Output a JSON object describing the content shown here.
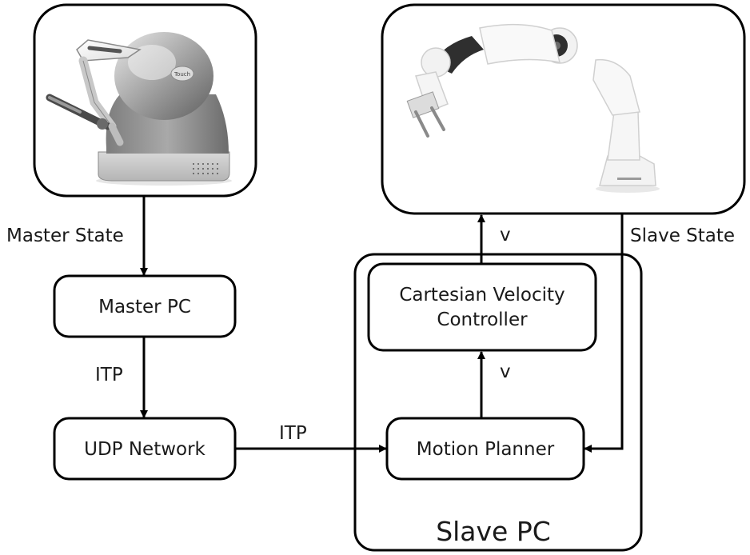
{
  "blocks": {
    "master_pc": "Master PC",
    "udp_network": "UDP Network",
    "velocity_controller_line1": "Cartesian Velocity",
    "velocity_controller_line2": "Controller",
    "motion_planner": "Motion Planner",
    "slave_pc": "Slave PC"
  },
  "edges": {
    "master_state": "Master State",
    "itp_vertical": "ITP",
    "itp_horizontal": "ITP",
    "v_to_robot": "v",
    "v_to_controller": "v",
    "slave_state": "Slave State"
  },
  "devices": {
    "master_device_logo": "Touch"
  }
}
